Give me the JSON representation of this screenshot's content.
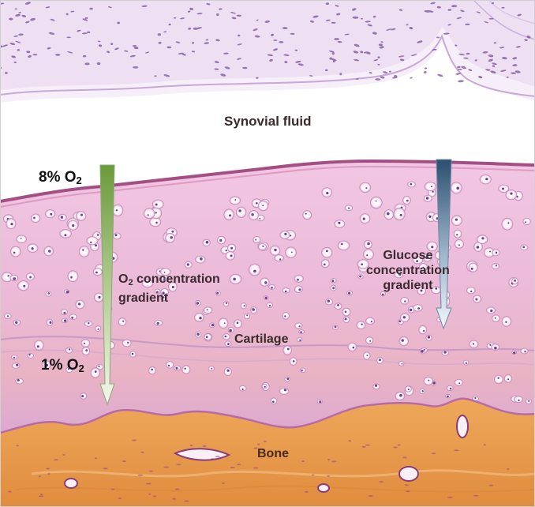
{
  "labels": {
    "synovial_fluid": "Synovial fluid",
    "cartilage": "Cartilage",
    "bone": "Bone",
    "o2_top": {
      "value": "8% O",
      "sub": "2"
    },
    "o2_bottom": {
      "value": "1% O",
      "sub": "2"
    },
    "o2_gradient": {
      "line1_prefix": "O",
      "line1_sub": "2",
      "line1_suffix": " concentration",
      "line2": "gradient"
    },
    "glucose_gradient": {
      "line1": "Glucose",
      "line2": "concentration",
      "line3": "gradient"
    }
  },
  "colors": {
    "o2_arrow_top": "#6a9a3a",
    "o2_arrow_bottom": "#f4f7ee",
    "glucose_arrow_top": "#2c4f70",
    "glucose_arrow_bottom": "#f2f6fa",
    "cartilage_pink": "#e9b3d2",
    "bone_orange": "#e79b4e",
    "synovium_purple": "#c9a8d8"
  }
}
